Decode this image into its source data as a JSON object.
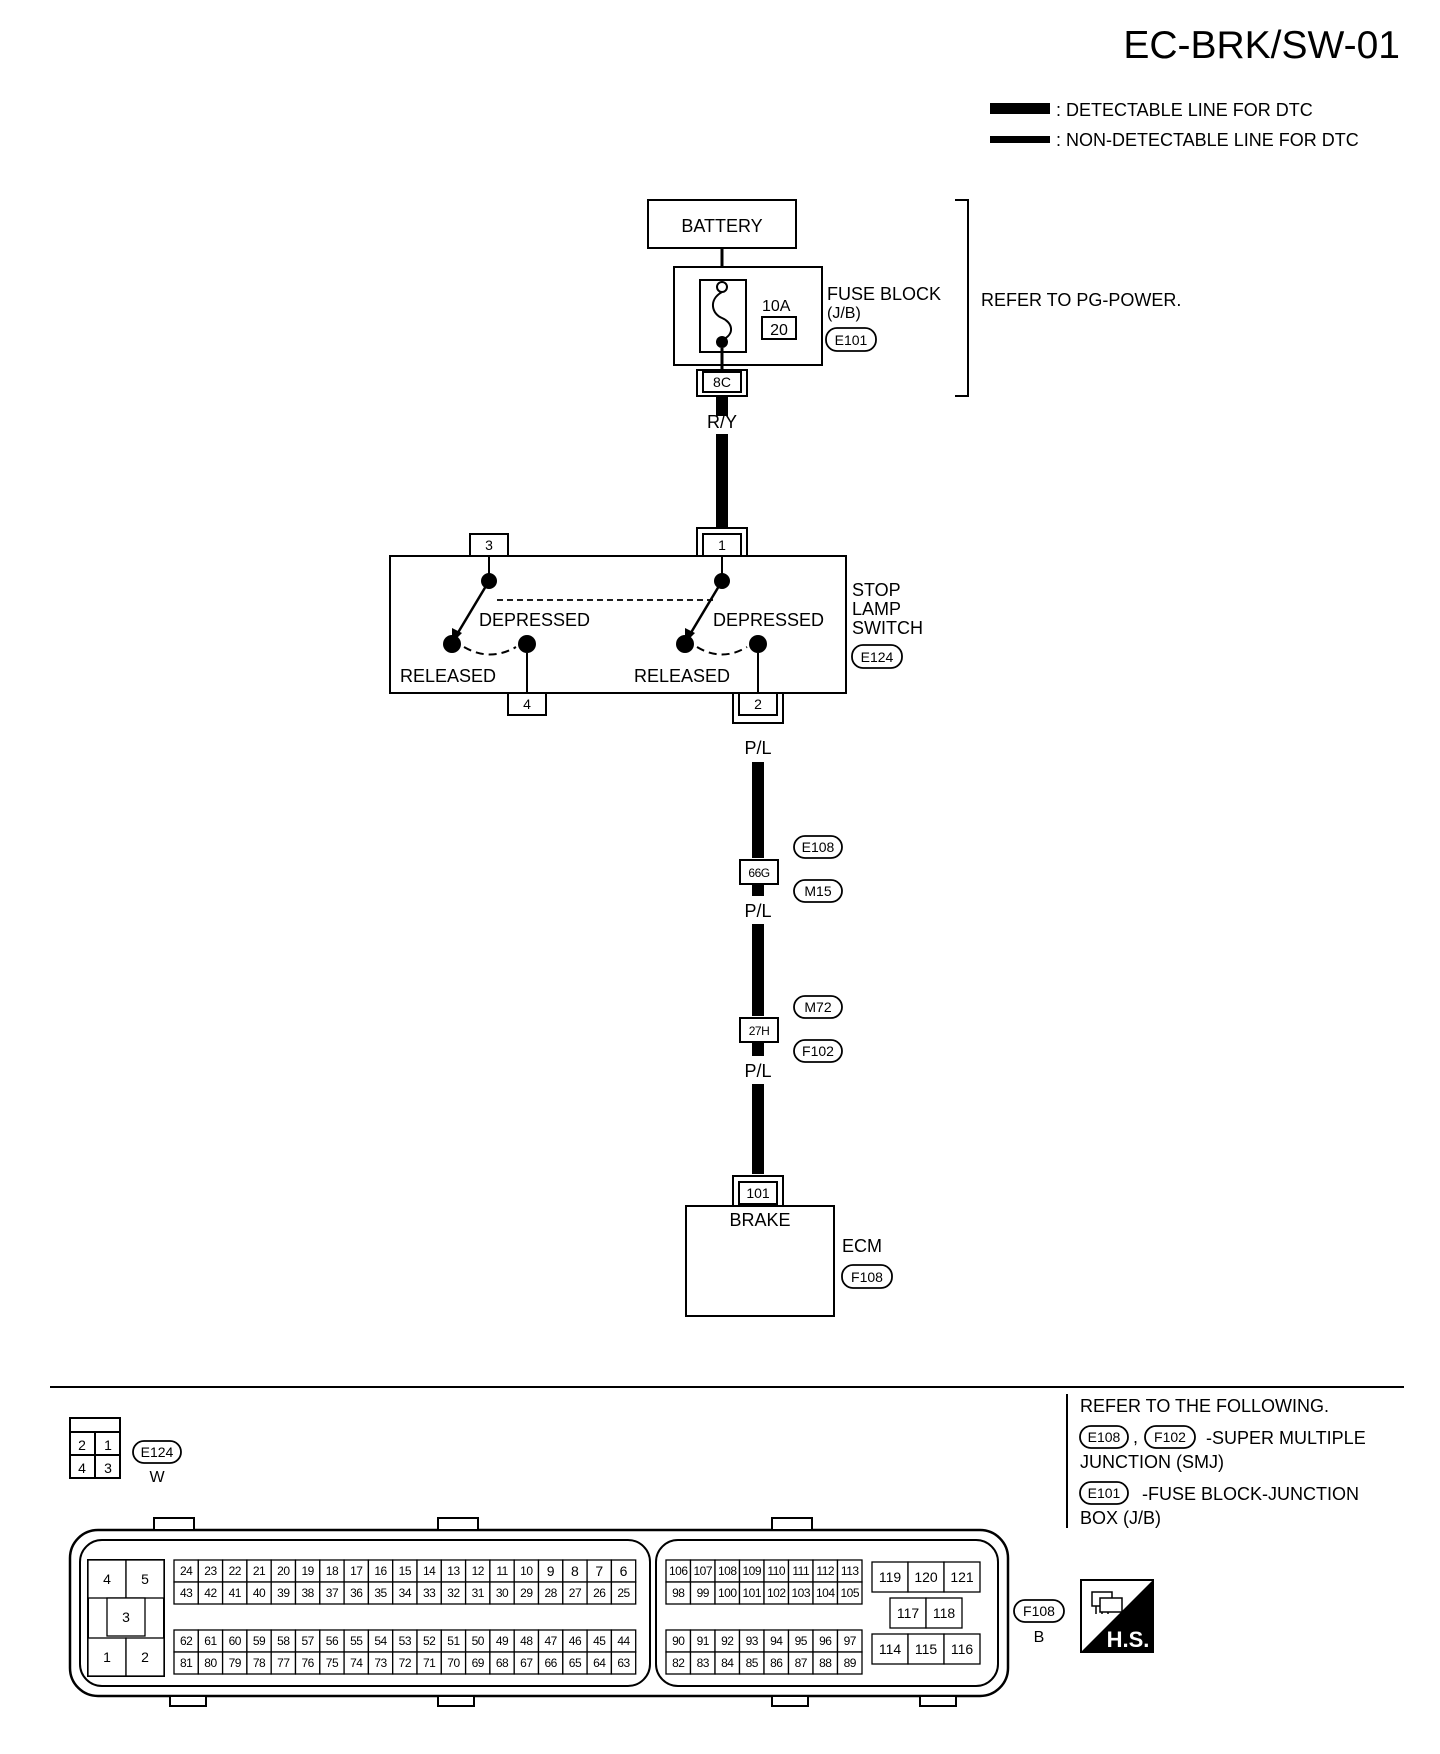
{
  "header": {
    "title": "EC-BRK/SW-01"
  },
  "legend": {
    "detectable": ": DETECTABLE LINE FOR DTC",
    "non_detectable": ": NON-DETECTABLE LINE FOR DTC"
  },
  "battery": {
    "label": "BATTERY"
  },
  "fuse_block": {
    "name_line1": "FUSE BLOCK",
    "name_line2": "(J/B)",
    "connector": "E101",
    "rating": "10A",
    "fuse_number": "20",
    "terminal": "8C",
    "refer": "REFER TO PG-POWER."
  },
  "wires": {
    "battery_to_switch": "R/Y",
    "switch_to_ecm_1": "P/L",
    "switch_to_ecm_2": "P/L",
    "switch_to_ecm_3": "P/L"
  },
  "stop_lamp_switch": {
    "name_line1": "STOP",
    "name_line2": "LAMP",
    "name_line3": "SWITCH",
    "connector": "E124",
    "terminals": [
      "3",
      "1",
      "4",
      "2"
    ],
    "depressed": "DEPRESSED",
    "released": "RELEASED"
  },
  "junction1": {
    "terminal": "66G",
    "connector_top": "E108",
    "connector_bottom": "M15"
  },
  "junction2": {
    "terminal": "27H",
    "connector_top": "M72",
    "connector_bottom": "F102"
  },
  "ecm": {
    "terminal": "101",
    "terminal_label": "BRAKE",
    "name": "ECM",
    "connector": "F108"
  },
  "connectors": {
    "e124": {
      "id": "E124",
      "color": "W",
      "pins_top": [
        "2",
        "1"
      ],
      "pins_bottom": [
        "4",
        "3"
      ]
    },
    "f108": {
      "id": "F108",
      "color": "B",
      "left_pins": [
        "4",
        "5",
        "3",
        "1",
        "2"
      ],
      "row1": [
        "24",
        "23",
        "22",
        "21",
        "20",
        "19",
        "18",
        "17",
        "16",
        "15",
        "14",
        "13",
        "12",
        "11",
        "10",
        "9",
        "8",
        "7",
        "6"
      ],
      "row2": [
        "43",
        "42",
        "41",
        "40",
        "39",
        "38",
        "37",
        "36",
        "35",
        "34",
        "33",
        "32",
        "31",
        "30",
        "29",
        "28",
        "27",
        "26",
        "25"
      ],
      "row3": [
        "62",
        "61",
        "60",
        "59",
        "58",
        "57",
        "56",
        "55",
        "54",
        "53",
        "52",
        "51",
        "50",
        "49",
        "48",
        "47",
        "46",
        "45",
        "44"
      ],
      "row4": [
        "81",
        "80",
        "79",
        "78",
        "77",
        "76",
        "75",
        "74",
        "73",
        "72",
        "71",
        "70",
        "69",
        "68",
        "67",
        "66",
        "65",
        "64",
        "63"
      ],
      "mid_row1": [
        "106",
        "107",
        "108",
        "109",
        "110",
        "111",
        "112",
        "113"
      ],
      "mid_row2": [
        "98",
        "99",
        "100",
        "101",
        "102",
        "103",
        "104",
        "105"
      ],
      "mid_row3": [
        "90",
        "91",
        "92",
        "93",
        "94",
        "95",
        "96",
        "97"
      ],
      "mid_row4": [
        "82",
        "83",
        "84",
        "85",
        "86",
        "87",
        "88",
        "89"
      ],
      "right_top": [
        "119",
        "120",
        "121"
      ],
      "right_mid": [
        "117",
        "118"
      ],
      "right_bottom": [
        "114",
        "115",
        "116"
      ]
    }
  },
  "refer_box": {
    "line1": "REFER TO THE FOLLOWING.",
    "conn_a": "E108",
    "conn_b": "F102",
    "smj_line1": "-SUPER MULTIPLE",
    "smj_line2": "JUNCTION (SMJ)",
    "conn_c": "E101",
    "jb_line1": "-FUSE BLOCK-JUNCTION",
    "jb_line2": "BOX (J/B)"
  },
  "hs_badge": {
    "label": "H.S."
  }
}
